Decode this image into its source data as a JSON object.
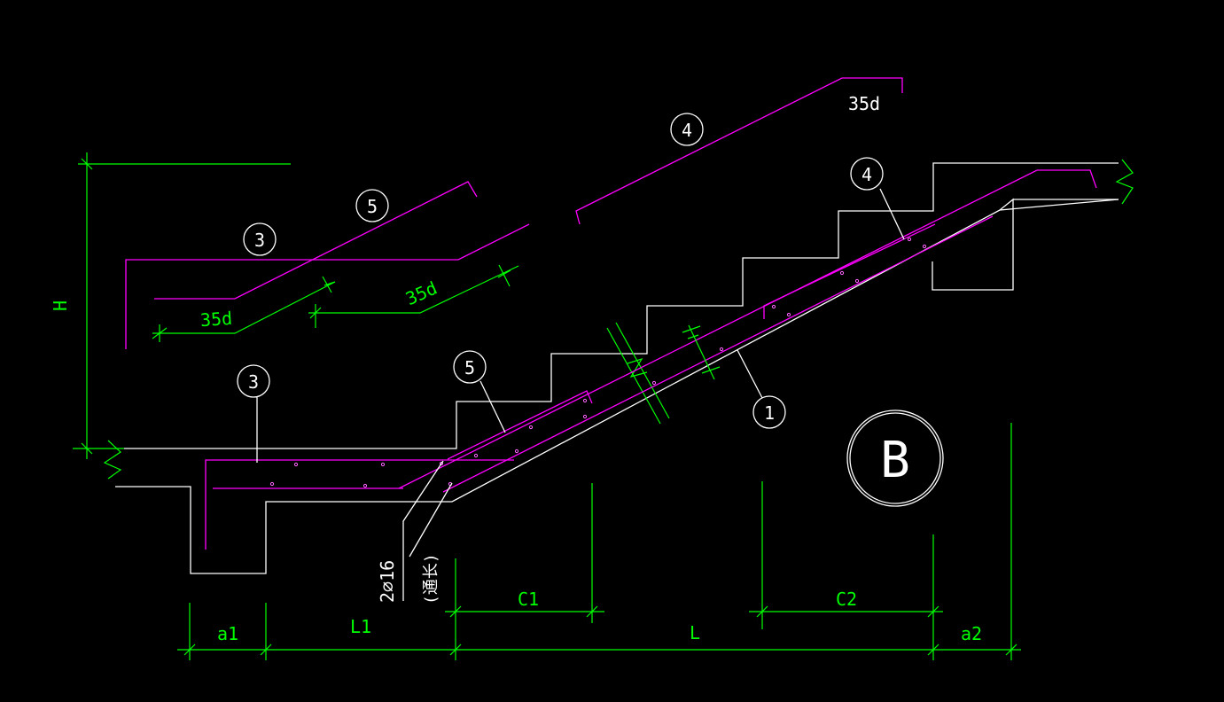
{
  "drawing": {
    "section_mark": "B",
    "rebar_callouts": [
      "1",
      "3",
      "3",
      "4",
      "4",
      "5",
      "5"
    ],
    "anchorage_labels": [
      "35d",
      "35d",
      "35d"
    ],
    "height_label": "H",
    "rebar_spec": "2⌀16",
    "rebar_spec_note": "(通长)",
    "dimensions": {
      "a1": "a1",
      "L1": "L1",
      "C1": "C1",
      "L": "L",
      "C2": "C2",
      "a2": "a2"
    }
  },
  "colors": {
    "background": "#000000",
    "concrete_outline": "#ffffff",
    "dimension": "#00ff00",
    "rebar": "#ff00ff"
  }
}
